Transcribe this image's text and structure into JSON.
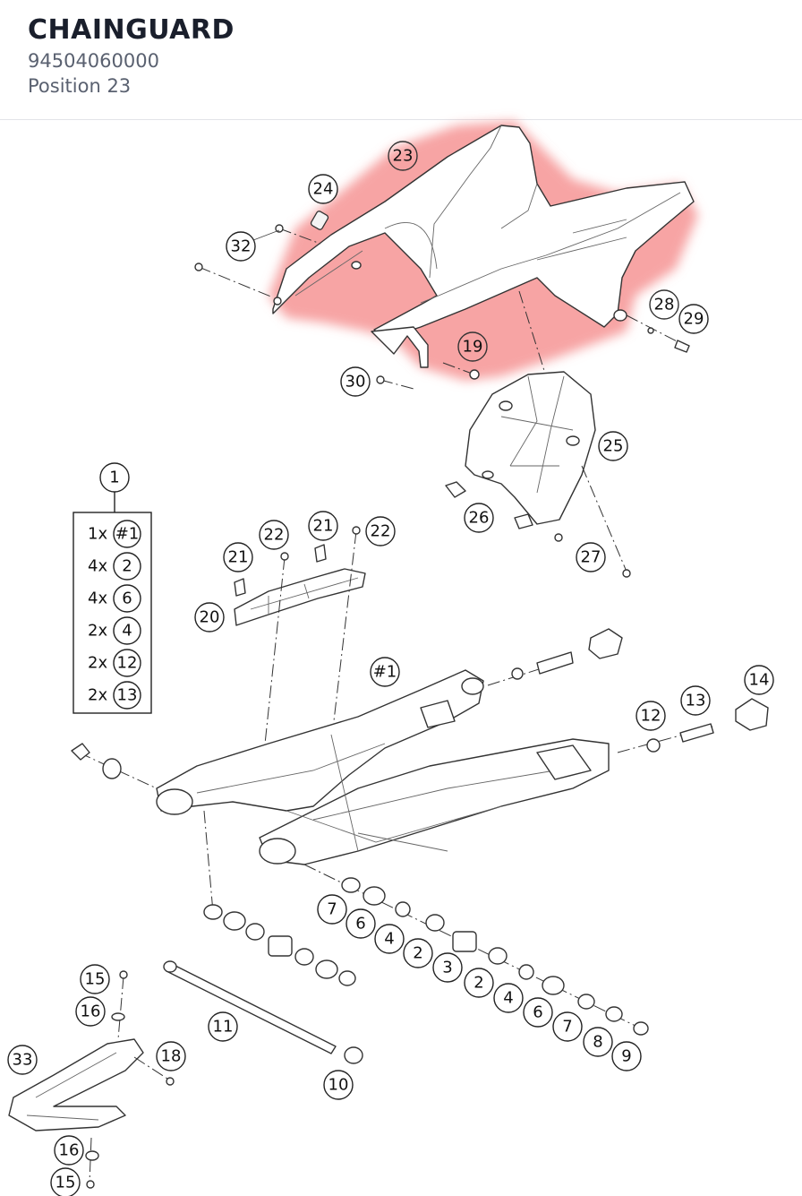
{
  "header": {
    "title": "CHAINGUARD",
    "part_number": "94504060000",
    "position": "Position 23"
  },
  "highlight": {
    "color": "#f58b8b",
    "label": "23"
  },
  "kit": {
    "label": "1",
    "rows": [
      {
        "qty": "1x",
        "ref": "#1"
      },
      {
        "qty": "4x",
        "ref": "2"
      },
      {
        "qty": "4x",
        "ref": "6"
      },
      {
        "qty": "2x",
        "ref": "4"
      },
      {
        "qty": "2x",
        "ref": "12"
      },
      {
        "qty": "2x",
        "ref": "13"
      }
    ]
  },
  "callouts": [
    "23",
    "24",
    "32",
    "28",
    "29",
    "19",
    "30",
    "25",
    "26",
    "27",
    "21",
    "22",
    "21",
    "22",
    "20",
    "#1",
    "14",
    "13",
    "12",
    "7",
    "6",
    "4",
    "2",
    "3",
    "2",
    "4",
    "6",
    "7",
    "8",
    "9",
    "11",
    "10",
    "15",
    "16",
    "33",
    "18",
    "16",
    "15"
  ]
}
